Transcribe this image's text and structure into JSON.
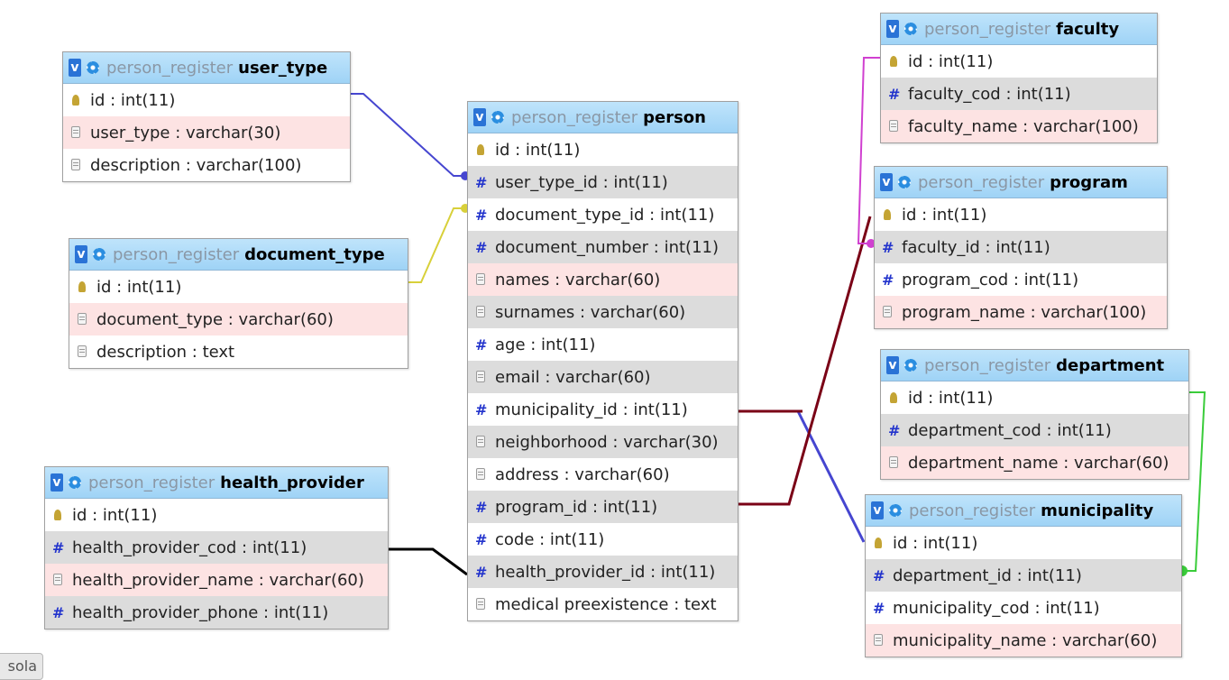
{
  "database": "person_register",
  "tables": {
    "user_type": {
      "name": "user_type",
      "columns": [
        {
          "icon": "key",
          "label": "id : int(11)"
        },
        {
          "icon": "doc",
          "label": "user_type : varchar(30)"
        },
        {
          "icon": "doc",
          "label": "description : varchar(100)"
        }
      ]
    },
    "document_type": {
      "name": "document_type",
      "columns": [
        {
          "icon": "key",
          "label": "id : int(11)"
        },
        {
          "icon": "doc",
          "label": "document_type : varchar(60)"
        },
        {
          "icon": "doc",
          "label": "description : text"
        }
      ]
    },
    "health_provider": {
      "name": "health_provider",
      "columns": [
        {
          "icon": "key",
          "label": "id : int(11)"
        },
        {
          "icon": "hash",
          "label": "health_provider_cod : int(11)"
        },
        {
          "icon": "doc",
          "label": "health_provider_name : varchar(60)"
        },
        {
          "icon": "hash",
          "label": "health_provider_phone : int(11)"
        }
      ]
    },
    "person": {
      "name": "person",
      "columns": [
        {
          "icon": "key",
          "label": "id : int(11)"
        },
        {
          "icon": "hash",
          "label": "user_type_id : int(11)"
        },
        {
          "icon": "hash",
          "label": "document_type_id : int(11)"
        },
        {
          "icon": "hash",
          "label": "document_number : int(11)"
        },
        {
          "icon": "doc",
          "label": "names : varchar(60)"
        },
        {
          "icon": "doc",
          "label": "surnames : varchar(60)"
        },
        {
          "icon": "hash",
          "label": "age : int(11)"
        },
        {
          "icon": "doc",
          "label": "email : varchar(60)"
        },
        {
          "icon": "hash",
          "label": "municipality_id : int(11)"
        },
        {
          "icon": "doc",
          "label": "neighborhood : varchar(30)"
        },
        {
          "icon": "doc",
          "label": "address : varchar(60)"
        },
        {
          "icon": "hash",
          "label": "program_id : int(11)"
        },
        {
          "icon": "hash",
          "label": "code : int(11)"
        },
        {
          "icon": "hash",
          "label": "health_provider_id : int(11)"
        },
        {
          "icon": "doc",
          "label": "medical preexistence : text"
        }
      ]
    },
    "faculty": {
      "name": "faculty",
      "columns": [
        {
          "icon": "key",
          "label": "id : int(11)"
        },
        {
          "icon": "hash",
          "label": "faculty_cod : int(11)"
        },
        {
          "icon": "doc",
          "label": "faculty_name : varchar(100)"
        }
      ]
    },
    "program": {
      "name": "program",
      "columns": [
        {
          "icon": "key",
          "label": "id : int(11)"
        },
        {
          "icon": "hash",
          "label": "faculty_id : int(11)"
        },
        {
          "icon": "hash",
          "label": "program_cod : int(11)"
        },
        {
          "icon": "doc",
          "label": "program_name : varchar(100)"
        }
      ]
    },
    "department": {
      "name": "department",
      "columns": [
        {
          "icon": "key",
          "label": "id : int(11)"
        },
        {
          "icon": "hash",
          "label": "department_cod : int(11)"
        },
        {
          "icon": "doc",
          "label": "department_name : varchar(60)"
        }
      ]
    },
    "municipality": {
      "name": "municipality",
      "columns": [
        {
          "icon": "key",
          "label": "id : int(11)"
        },
        {
          "icon": "hash",
          "label": "department_id : int(11)"
        },
        {
          "icon": "hash",
          "label": "municipality_cod : int(11)"
        },
        {
          "icon": "doc",
          "label": "municipality_name : varchar(60)"
        }
      ]
    }
  },
  "toggle_label": "v",
  "console_label": "sola",
  "relation_colors": {
    "user_type": "#4646d0",
    "document_type": "#d8d03a",
    "health_provider": "#000000",
    "program": "#7a0016",
    "municipality": "#4646d0",
    "faculty": "#d040d0",
    "department": "#3acc3a"
  }
}
